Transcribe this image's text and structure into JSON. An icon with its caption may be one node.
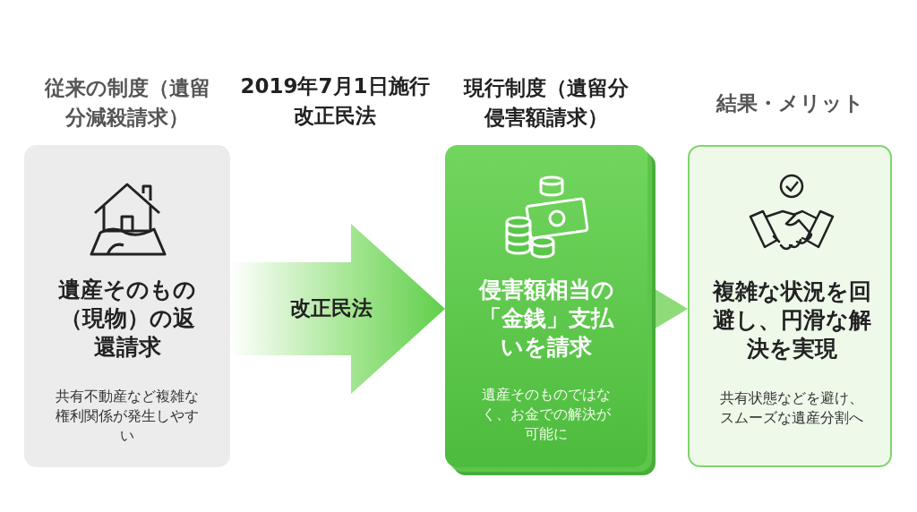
{
  "diagram": {
    "nodes": [
      {
        "text": [
          "従来の制度（遺留分減殺請求）",
          "遺産そのもの（現物）の返還請求",
          "共有不動産など複雑な権利関係が発生しやすい"
        ]
      },
      {
        "text": [
          "現行制度（遺留分侵害額請求）",
          "侵害額相当の「金銭」支払いを請求",
          "遺産そのものではなく、お金での解決が可能に"
        ]
      },
      {
        "text": [
          "結果・メリット",
          "複雑な状況を回避し、円滑な解決を実現",
          "共有状態などを避け、スムーズな遺産分割へ"
        ]
      }
    ],
    "edges": [
      {
        "from": 0,
        "to": 1,
        "arrow": "to",
        "label": "改正民法"
      },
      {
        "from": 1,
        "to": 2,
        "arrow": "to"
      }
    ],
    "labels": [
      "2019年7月1日施行改正民法"
    ]
  }
}
